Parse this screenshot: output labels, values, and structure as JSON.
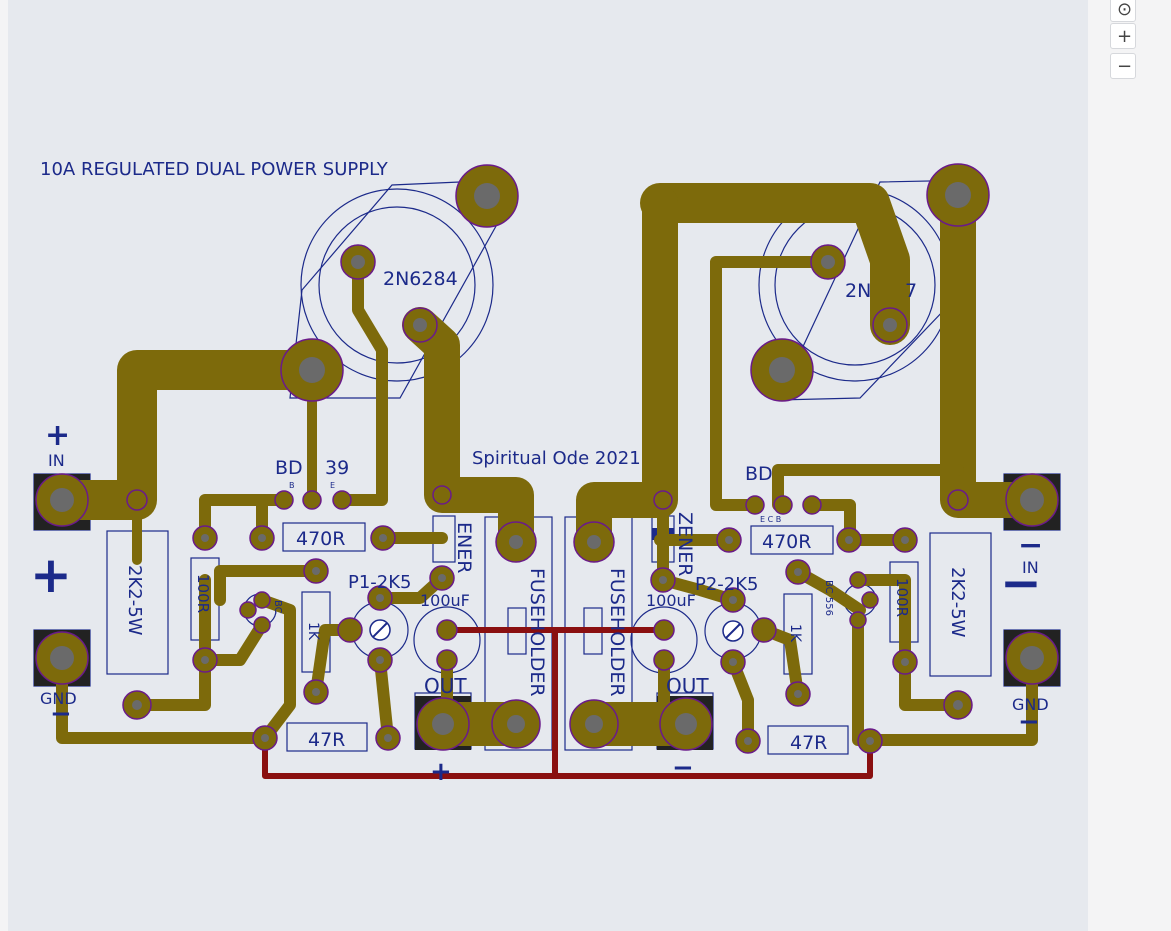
{
  "board": {
    "title": "10A REGULATED DUAL POWER SUPPLY",
    "credit": "Spiritual Ode 2021",
    "colors": {
      "background": "#e6e9ee",
      "copper": "#7d6a0b",
      "pad_hole": "#6a6a6a",
      "silkscreen": "#1c2a8a",
      "jumper": "#8a1010",
      "pad_outline": "#6a1a8a"
    }
  },
  "labels": {
    "transistor_left": "2N6284",
    "transistor_right_fragment": "2N",
    "transistor_right_suffix": "7",
    "driver_left_a": "BD",
    "driver_left_b": "39",
    "driver_right": "BD",
    "pin_b": "B",
    "pin_e": "E",
    "pin_ecb": "E C B",
    "res_470_left": "470R",
    "res_470_right": "470R",
    "res_2k2_left": "2K2-5W",
    "res_2k2_right": "2K2-5W",
    "res_100_left": "100R",
    "res_100_right": "100R",
    "res_47_left": "47R",
    "res_47_right": "47R",
    "res_1k_left": "1K",
    "res_1k_right": "1K",
    "pot_left": "P1-2K5",
    "pot_right": "P2-2K5",
    "cap_left": "100uF",
    "cap_right": "100uF",
    "zener_left": "ENER",
    "zener_right": "ZENER",
    "fuse_left": "FUSEHOLDER",
    "fuse_right": "FUSEHOLDER",
    "bc_left": "BC",
    "bc_right": "BC 556",
    "plus": "+",
    "minus": "−",
    "in_left": "IN",
    "in_right": "IN",
    "gnd_left": "GND",
    "gnd_right": "GND",
    "out_left": "OUT",
    "out_right": "OUT"
  },
  "controls": {
    "recenter_icon": "⊙",
    "zoom_in": "+",
    "zoom_out": "−"
  }
}
